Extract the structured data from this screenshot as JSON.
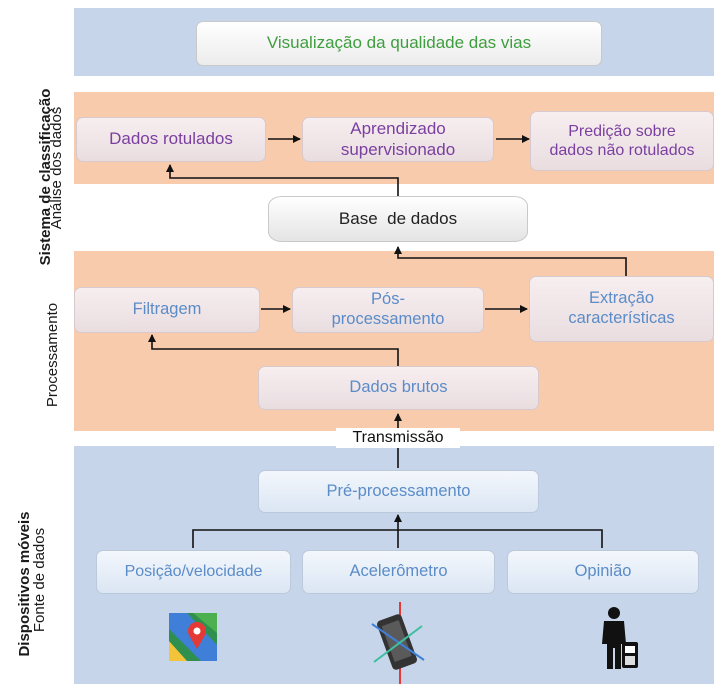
{
  "top": {
    "title": "Visualização da qualidade das vias"
  },
  "analysis": {
    "boxes": [
      "Dados rotulados",
      "Aprendizado supervisionado",
      "Predição sobre dados não rotulados"
    ],
    "boxes_lines": [
      [
        "Dados rotulados"
      ],
      [
        "Aprendizado",
        "supervisionado"
      ],
      [
        "Predição sobre",
        "dados não rotulados"
      ]
    ]
  },
  "database": {
    "label": "Base  de dados"
  },
  "processing": {
    "filtragem": "Filtragem",
    "pos_line1": "Pós-",
    "pos_line2": "processamento",
    "extr_line1": "Extração",
    "extr_line2": "características",
    "raw": "Dados brutos"
  },
  "transmission": "Transmissão",
  "devices": {
    "preproc": "Pré-processamento",
    "sources": [
      "Posição/velocidade",
      "Acelerômetro",
      "Opinião"
    ],
    "icons": [
      "map-pin-icon",
      "phone-sensor-icon",
      "person-phone-icon"
    ]
  },
  "side_labels": {
    "sistema": "Sistema de classificação",
    "analise": "Análise dos dados",
    "processamento": "Processamento",
    "dispositivos": "Dispositivos móveis",
    "fonte": "Fonte de dados"
  },
  "colors": {
    "band_blue": "#c6d5ea",
    "band_orange": "#f8cbad",
    "green_text": "#3f9e3f",
    "purple_text": "#7b3fa0",
    "blue_text": "#5b8cc8"
  }
}
